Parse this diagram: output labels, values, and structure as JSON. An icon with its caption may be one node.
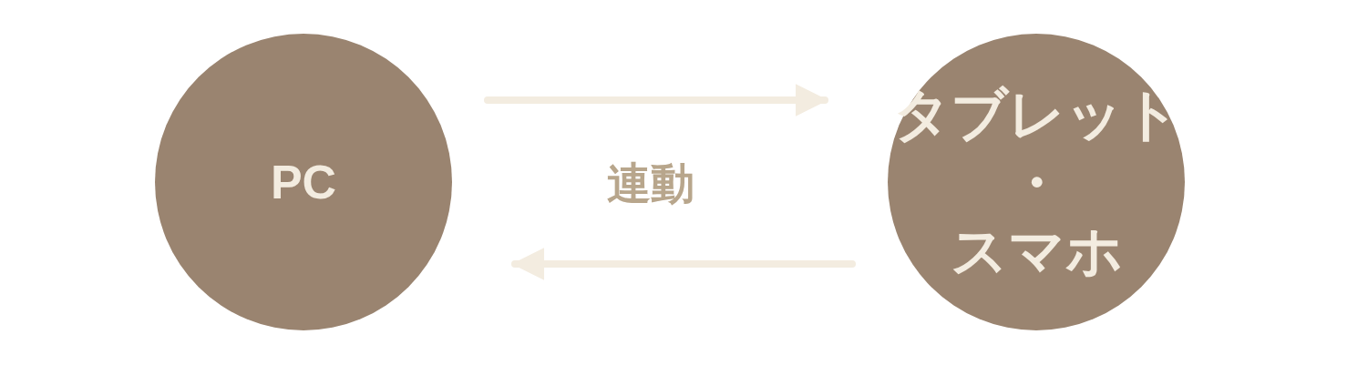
{
  "diagram": {
    "nodes": [
      {
        "text": [
          "PC"
        ]
      },
      {
        "text": [
          "タブレット",
          "・",
          "スマホ"
        ]
      }
    ],
    "edges": [
      {
        "from": 0,
        "to": 1,
        "arrow": "to"
      },
      {
        "from": 1,
        "to": 0,
        "arrow": "to"
      }
    ],
    "labels": [
      "連動"
    ]
  }
}
